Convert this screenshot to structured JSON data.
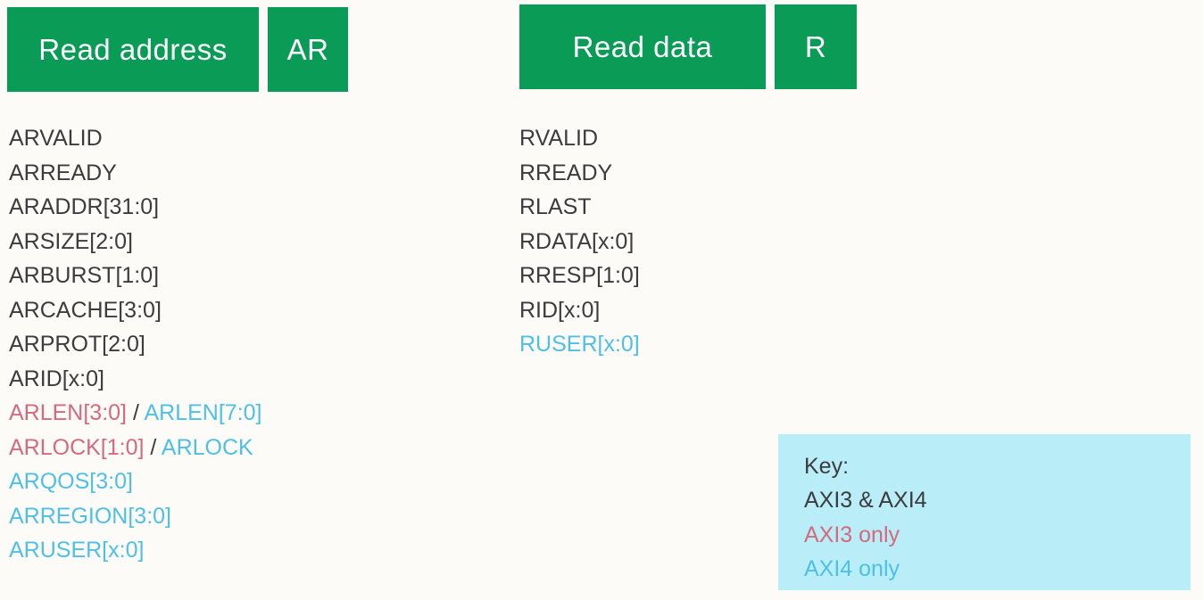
{
  "colors": {
    "green": "#0a9c57",
    "both": "#3c3c3e",
    "axi3": "#d5697e",
    "axi4": "#4ec0e6",
    "key_bg": "#b9edf7",
    "page_bg": "#fdfbf8"
  },
  "ar_channel": {
    "header": {
      "title": "Read address",
      "abbrev": "AR"
    },
    "signals": [
      [
        {
          "text": "ARVALID",
          "variant": "both"
        }
      ],
      [
        {
          "text": "ARREADY",
          "variant": "both"
        }
      ],
      [
        {
          "text": "ARADDR[31:0]",
          "variant": "both"
        }
      ],
      [
        {
          "text": "ARSIZE[2:0]",
          "variant": "both"
        }
      ],
      [
        {
          "text": "ARBURST[1:0]",
          "variant": "both"
        }
      ],
      [
        {
          "text": "ARCACHE[3:0]",
          "variant": "both"
        }
      ],
      [
        {
          "text": "ARPROT[2:0]",
          "variant": "both"
        }
      ],
      [
        {
          "text": "ARID[x:0]",
          "variant": "both"
        }
      ],
      [
        {
          "text": "ARLEN[3:0]",
          "variant": "axi3"
        },
        {
          "text": " / ",
          "variant": "separator"
        },
        {
          "text": "ARLEN[7:0]",
          "variant": "axi4"
        }
      ],
      [
        {
          "text": "ARLOCK[1:0]",
          "variant": "axi3"
        },
        {
          "text": " / ",
          "variant": "separator"
        },
        {
          "text": "ARLOCK",
          "variant": "axi4"
        }
      ],
      [
        {
          "text": "ARQOS[3:0]",
          "variant": "axi4"
        }
      ],
      [
        {
          "text": "ARREGION[3:0]",
          "variant": "axi4"
        }
      ],
      [
        {
          "text": "ARUSER[x:0]",
          "variant": "axi4"
        }
      ]
    ]
  },
  "r_channel": {
    "header": {
      "title": "Read data",
      "abbrev": "R"
    },
    "signals": [
      [
        {
          "text": "RVALID",
          "variant": "both"
        }
      ],
      [
        {
          "text": "RREADY",
          "variant": "both"
        }
      ],
      [
        {
          "text": "RLAST",
          "variant": "both"
        }
      ],
      [
        {
          "text": "RDATA[x:0]",
          "variant": "both"
        }
      ],
      [
        {
          "text": "RRESP[1:0]",
          "variant": "both"
        }
      ],
      [
        {
          "text": "RID[x:0]",
          "variant": "both"
        }
      ],
      [
        {
          "text": "RUSER[x:0]",
          "variant": "axi4"
        }
      ]
    ]
  },
  "key": {
    "title": "Key:",
    "entries": [
      {
        "label": "AXI3 & AXI4",
        "variant": "both"
      },
      {
        "label": "AXI3 only",
        "variant": "axi3"
      },
      {
        "label": "AXI4 only",
        "variant": "axi4"
      }
    ]
  }
}
